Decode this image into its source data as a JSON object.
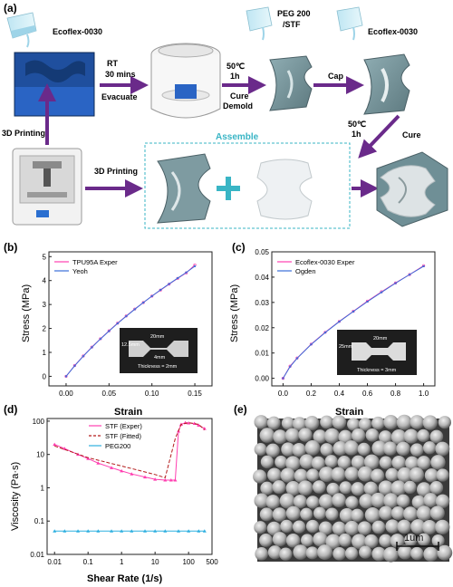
{
  "panel_labels": {
    "a": "(a)",
    "b": "(b)",
    "c": "(c)",
    "d": "(d)",
    "e": "(e)"
  },
  "process": {
    "ecoflex_1": "Ecoflex-0030",
    "ecoflex_2": "Ecoflex-0030",
    "peg_line1": "PEG 200",
    "peg_line2": "/STF",
    "rt": "RT",
    "rt_time": "30 mins",
    "evacuate": "Evacuate",
    "temp1": "50℃",
    "time1": "1h",
    "cure_demold_1": "Cure",
    "cure_demold_2": "Demold",
    "cap": "Cap",
    "temp2": "50℃",
    "time2": "1h",
    "cure": "Cure",
    "printing_up": "3D Printing",
    "printing_right": "3D Printing",
    "assemble": "Assemble",
    "colors": {
      "arrow": "#6a2a8a",
      "assemble_box": "#39b5c5",
      "plus": "#39b5c5",
      "part": "#6f8f96"
    }
  },
  "chart_b": {
    "chart_data": {
      "type": "line",
      "xlabel": "Strain",
      "ylabel": "Stress (MPa)",
      "xlim": [
        -0.02,
        0.17
      ],
      "ylim": [
        -0.4,
        5.2
      ],
      "xticks": [
        "0.00",
        "0.05",
        "0.10",
        "0.15"
      ],
      "yticks": [
        "0",
        "1",
        "2",
        "3",
        "4",
        "5"
      ],
      "legend_position": "top-left",
      "series": [
        {
          "name": "TPU95A Exper",
          "color": "#ff3fb0",
          "x": [
            0,
            0.01,
            0.02,
            0.03,
            0.04,
            0.05,
            0.06,
            0.07,
            0.08,
            0.09,
            0.1,
            0.11,
            0.12,
            0.13,
            0.14,
            0.15
          ],
          "y": [
            0,
            0.45,
            0.85,
            1.22,
            1.57,
            1.9,
            2.22,
            2.52,
            2.81,
            3.08,
            3.35,
            3.6,
            3.85,
            4.09,
            4.32,
            4.65
          ]
        },
        {
          "name": "Yeoh",
          "color": "#3a6fd8",
          "x": [
            0,
            0.01,
            0.02,
            0.03,
            0.04,
            0.05,
            0.06,
            0.07,
            0.08,
            0.09,
            0.1,
            0.11,
            0.12,
            0.13,
            0.14,
            0.15
          ],
          "y": [
            0,
            0.44,
            0.84,
            1.21,
            1.56,
            1.89,
            2.21,
            2.51,
            2.8,
            3.08,
            3.35,
            3.61,
            3.86,
            4.1,
            4.34,
            4.6
          ]
        }
      ],
      "inset_labels": {
        "width": "20mm",
        "height": "12.5mm",
        "neck": "4mm",
        "thickness": "Thickness = 2mm"
      }
    }
  },
  "chart_c": {
    "chart_data": {
      "type": "line",
      "xlabel": "Strain",
      "ylabel": "Stress (MPa)",
      "xlim": [
        -0.08,
        1.08
      ],
      "ylim": [
        -0.003,
        0.05
      ],
      "xticks": [
        "0.0",
        "0.2",
        "0.4",
        "0.6",
        "0.8",
        "1.0"
      ],
      "yticks": [
        "0.00",
        "0.01",
        "0.02",
        "0.03",
        "0.04",
        "0.05"
      ],
      "legend_position": "top-left",
      "series": [
        {
          "name": "Ecoflex-0030 Exper",
          "color": "#ff3fb0",
          "x": [
            0,
            0.05,
            0.1,
            0.2,
            0.3,
            0.4,
            0.5,
            0.6,
            0.7,
            0.8,
            0.9,
            1.0
          ],
          "y": [
            0,
            0.0048,
            0.008,
            0.0135,
            0.0182,
            0.0225,
            0.0265,
            0.0305,
            0.0342,
            0.0377,
            0.041,
            0.0445
          ]
        },
        {
          "name": "Ogden",
          "color": "#3a6fd8",
          "x": [
            0,
            0.05,
            0.1,
            0.2,
            0.3,
            0.4,
            0.5,
            0.6,
            0.7,
            0.8,
            0.9,
            1.0
          ],
          "y": [
            0,
            0.0046,
            0.0079,
            0.0134,
            0.0181,
            0.0224,
            0.0264,
            0.0303,
            0.034,
            0.0376,
            0.041,
            0.0443
          ]
        }
      ],
      "inset_labels": {
        "width": "20mm",
        "height": "25mm",
        "thickness": "Thickness = 3mm"
      }
    }
  },
  "chart_d": {
    "chart_data": {
      "type": "line",
      "xlabel": "Shear Rate (1/s)",
      "ylabel": "Viscosity (Pa·s)",
      "xscale": "log",
      "yscale": "log",
      "xlim": [
        0.006,
        500
      ],
      "ylim": [
        0.01,
        120
      ],
      "xticks": [
        {
          "v": 0.01,
          "t": "0.01"
        },
        {
          "v": 0.1,
          "t": "0.1"
        },
        {
          "v": 1,
          "t": "1"
        },
        {
          "v": 10,
          "t": "10"
        },
        {
          "v": 100,
          "t": "100"
        },
        {
          "v": 500,
          "t": "500"
        }
      ],
      "yticks": [
        {
          "v": 0.01,
          "t": "0.01"
        },
        {
          "v": 0.1,
          "t": "0.1"
        },
        {
          "v": 1,
          "t": "1"
        },
        {
          "v": 10,
          "t": "10"
        },
        {
          "v": 100,
          "t": "100"
        }
      ],
      "legend_position": "top-center",
      "series": [
        {
          "name": "STF (Exper)",
          "color": "#ff3fb0",
          "style": "line-marker",
          "x": [
            0.01,
            0.02,
            0.05,
            0.1,
            0.2,
            0.5,
            1,
            2,
            5,
            10,
            20,
            30,
            40,
            50,
            60,
            80,
            100,
            150,
            200,
            300
          ],
          "y": [
            20,
            15,
            10,
            7.5,
            5.5,
            4,
            3.2,
            2.6,
            2.1,
            1.8,
            1.7,
            1.7,
            1.7,
            50,
            80,
            90,
            88,
            85,
            75,
            60
          ]
        },
        {
          "name": "STF (Fitted)",
          "color": "#b31b1b",
          "style": "dashed",
          "x": [
            0.01,
            0.1,
            1,
            10,
            20,
            40,
            60,
            100,
            200,
            300
          ],
          "y": [
            18,
            8,
            4.5,
            2.5,
            2,
            30,
            80,
            90,
            80,
            55
          ]
        },
        {
          "name": "PEG200",
          "color": "#2fb0e0",
          "style": "line-marker",
          "x": [
            0.01,
            0.02,
            0.05,
            0.1,
            0.2,
            0.5,
            1,
            2,
            5,
            10,
            20,
            50,
            100,
            200,
            300
          ],
          "y": [
            0.05,
            0.05,
            0.05,
            0.05,
            0.05,
            0.05,
            0.05,
            0.05,
            0.05,
            0.05,
            0.05,
            0.05,
            0.05,
            0.05,
            0.05
          ]
        }
      ]
    }
  },
  "sem": {
    "scale_label": "1um"
  }
}
